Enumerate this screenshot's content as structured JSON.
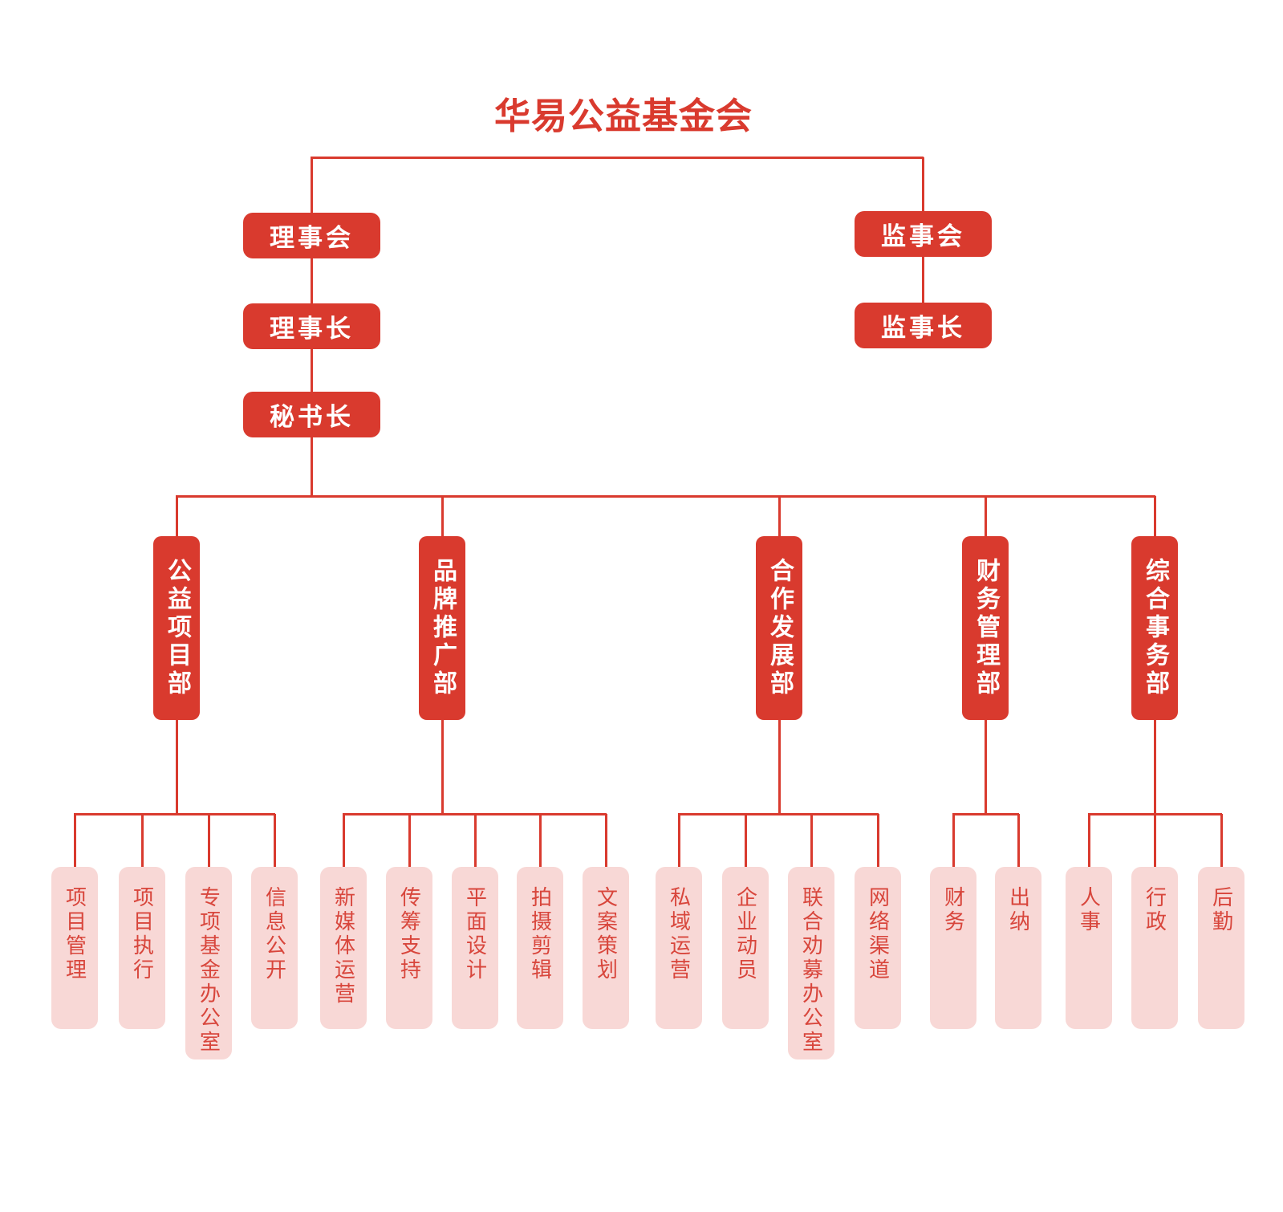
{
  "title": "华易公益基金会",
  "palette": {
    "primary_red": "#d93a2e",
    "leaf_pink": "#f8d8d6",
    "leaf_text_red": "#d8463c",
    "node_text": "#ffffff"
  },
  "governance": {
    "board": "理事会",
    "chairman": "理事长",
    "secretary_general": "秘书长",
    "supervisory_board": "监事会",
    "chief_supervisor": "监事长"
  },
  "departments": [
    {
      "name": "公益项目部",
      "children": [
        "项目管理",
        "项目执行",
        "专项基金办公室",
        "信息公开"
      ]
    },
    {
      "name": "品牌推广部",
      "children": [
        "新媒体运营",
        "传筹支持",
        "平面设计",
        "拍摄剪辑",
        "文案策划"
      ]
    },
    {
      "name": "合作发展部",
      "children": [
        "私域运营",
        "企业动员",
        "联合劝募办公室",
        "网络渠道"
      ]
    },
    {
      "name": "财务管理部",
      "children": [
        "财务",
        "出纳"
      ]
    },
    {
      "name": "综合事务部",
      "children": [
        "人事",
        "行政",
        "后勤"
      ]
    }
  ]
}
